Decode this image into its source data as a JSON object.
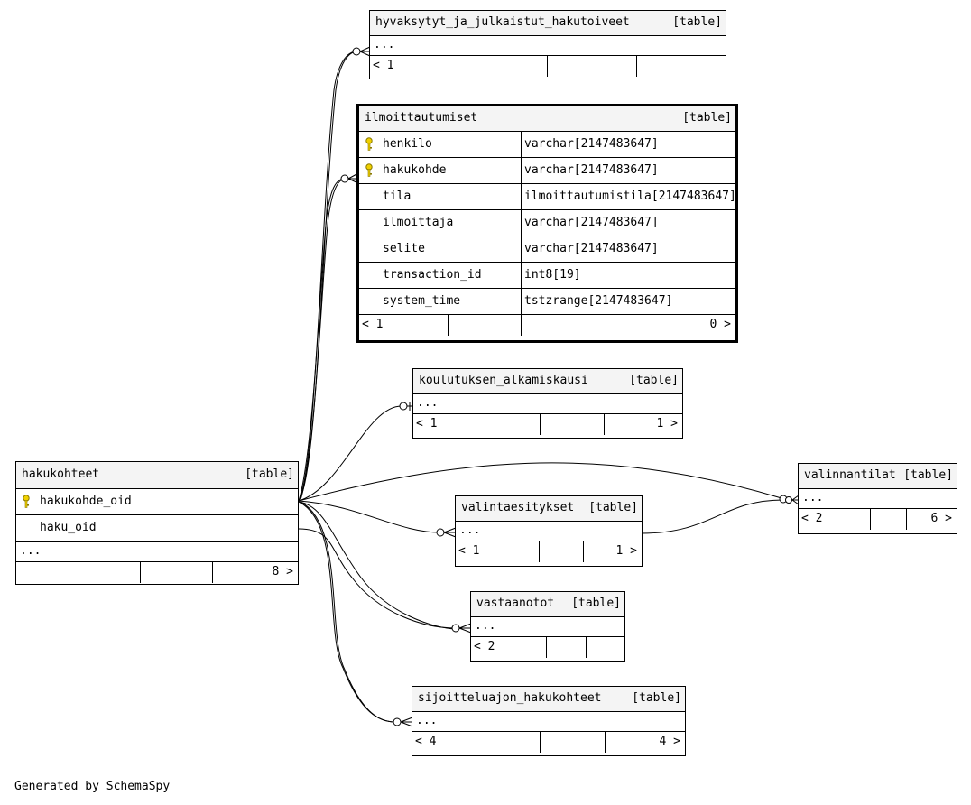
{
  "footer_text": "Generated by SchemaSpy",
  "tables": {
    "hyvaksytyt": {
      "name": "hyvaksytyt_ja_julkaistut_hakutoiveet",
      "kind": "[table]",
      "ellipsis": "...",
      "parents": "< 1",
      "children": ""
    },
    "ilmoittautumiset": {
      "name": "ilmoittautumiset",
      "kind": "[table]",
      "columns": [
        {
          "name": "henkilo",
          "type": "varchar[2147483647]",
          "pk": true
        },
        {
          "name": "hakukohde",
          "type": "varchar[2147483647]",
          "pk": true
        },
        {
          "name": "tila",
          "type": "ilmoittautumistila[2147483647]",
          "pk": false
        },
        {
          "name": "ilmoittaja",
          "type": "varchar[2147483647]",
          "pk": false
        },
        {
          "name": "selite",
          "type": "varchar[2147483647]",
          "pk": false
        },
        {
          "name": "transaction_id",
          "type": "int8[19]",
          "pk": false
        },
        {
          "name": "system_time",
          "type": "tstzrange[2147483647]",
          "pk": false
        }
      ],
      "parents": "< 1",
      "children": "0 >"
    },
    "koulutuksen": {
      "name": "koulutuksen_alkamiskausi",
      "kind": "[table]",
      "ellipsis": "...",
      "parents": "< 1",
      "children": "1 >"
    },
    "hakukohteet": {
      "name": "hakukohteet",
      "kind": "[table]",
      "columns": [
        {
          "name": "hakukohde_oid",
          "pk": true
        },
        {
          "name": "haku_oid",
          "pk": false
        }
      ],
      "ellipsis": "...",
      "parents": "",
      "children": "8 >"
    },
    "valintaesitykset": {
      "name": "valintaesitykset",
      "kind": "[table]",
      "ellipsis": "...",
      "parents": "< 1",
      "children": "1 >"
    },
    "valinnantilat": {
      "name": "valinnantilat",
      "kind": "[table]",
      "ellipsis": "...",
      "parents": "< 2",
      "children": "6 >"
    },
    "vastaanotot": {
      "name": "vastaanotot",
      "kind": "[table]",
      "ellipsis": "...",
      "parents": "< 2",
      "children": ""
    },
    "sijoittelu": {
      "name": "sijoitteluajon_hakukohteet",
      "kind": "[table]",
      "ellipsis": "...",
      "parents": "< 4",
      "children": "4 >"
    }
  }
}
